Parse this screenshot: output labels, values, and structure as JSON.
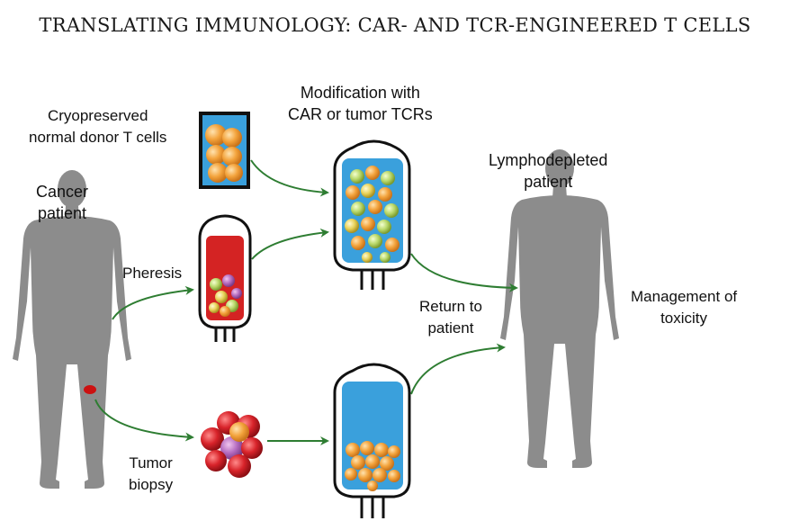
{
  "title": "TRANSLATING IMMUNOLOGY: CAR- AND TCR-ENGINEERED T CELLS",
  "labels": {
    "cancer_patient": [
      "Cancer",
      "patient"
    ],
    "cryopreserved": [
      "Cryopreserved",
      "normal donor T cells"
    ],
    "pheresis": "Pheresis",
    "tumor_biopsy": [
      "Tumor",
      "biopsy"
    ],
    "modification": [
      "Modification with",
      "CAR or tumor TCRs"
    ],
    "lymphodepleted": [
      "Lymphodepleted",
      "patient"
    ],
    "return_to_patient": [
      "Return to",
      "patient"
    ],
    "management": [
      "Management of",
      "toxicity"
    ]
  },
  "colors": {
    "silhouette": "#8c8c8c",
    "arrow": "#2e7d32",
    "bag_blue": "#3aa0dc",
    "bag_red": "#d42323",
    "cell_orange": "#f2a03a",
    "tumor_red": "#d8232a",
    "tumor_site": "#cc1111"
  },
  "icons": {
    "person": "human-silhouette-icon",
    "bag": "infusion-bag-icon",
    "vial": "cryo-vial-icon",
    "tumor": "tumor-cluster-icon"
  }
}
